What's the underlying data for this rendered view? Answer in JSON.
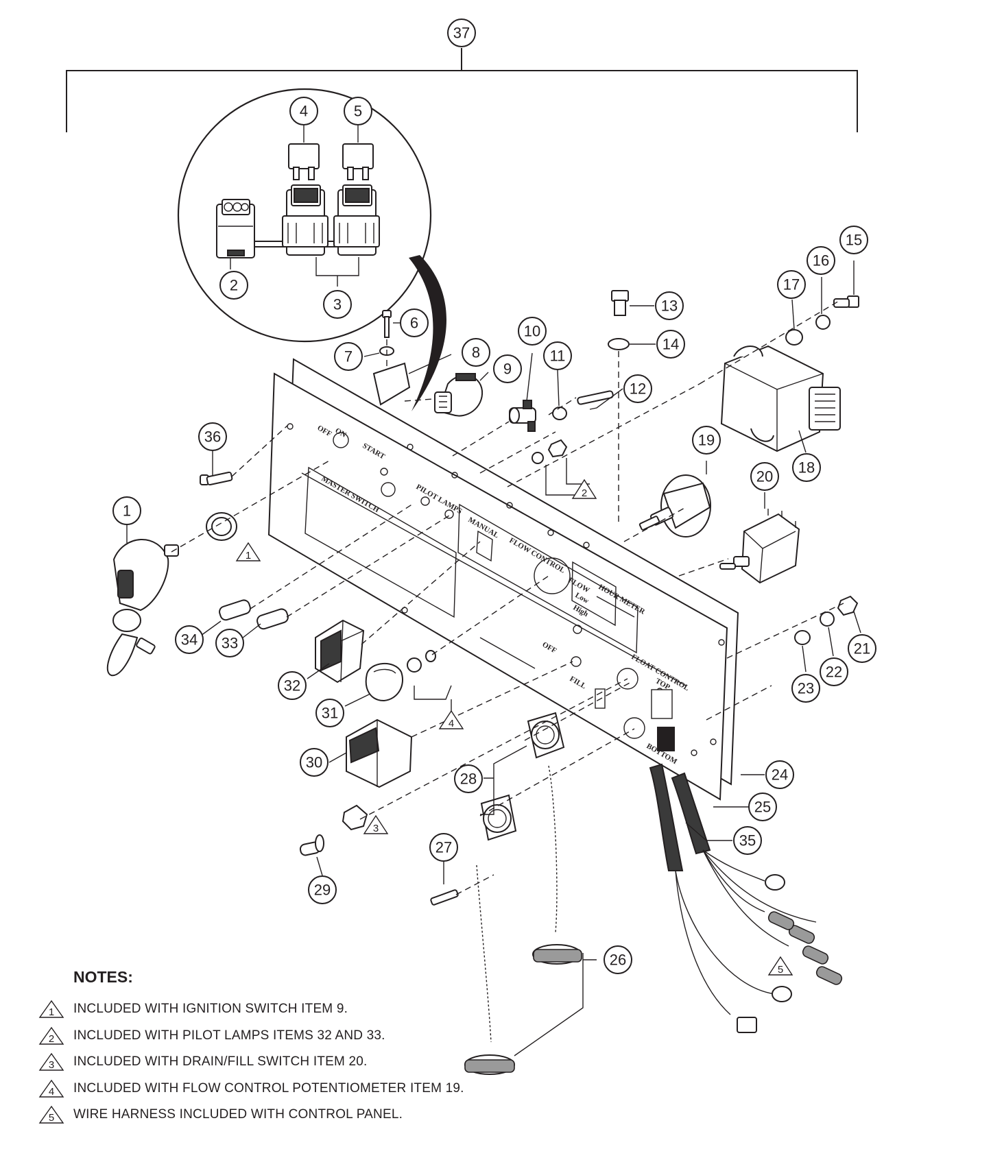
{
  "callouts": {
    "c1": "1",
    "c2": "2",
    "c3": "3",
    "c4": "4",
    "c5": "5",
    "c6": "6",
    "c7": "7",
    "c8": "8",
    "c9": "9",
    "c10": "10",
    "c11": "11",
    "c12": "12",
    "c13": "13",
    "c14": "14",
    "c15": "15",
    "c16": "16",
    "c17": "17",
    "c18": "18",
    "c19": "19",
    "c20": "20",
    "c21": "21",
    "c22": "22",
    "c23": "23",
    "c24": "24",
    "c25": "25",
    "c26": "26",
    "c27": "27",
    "c28": "28",
    "c29": "29",
    "c30": "30",
    "c31": "31",
    "c32": "32",
    "c33": "33",
    "c34": "34",
    "c35": "35",
    "c36": "36",
    "c37": "37"
  },
  "note_flags": {
    "f1": "1",
    "f2": "2",
    "f3": "3",
    "f4": "4",
    "f5": "5"
  },
  "panel_labels": {
    "off": "OFF",
    "on": "ON",
    "start": "START",
    "master_switch": "MASTER SWITCH",
    "pilot_lamps": "PILOT LAMPS",
    "manual": "MANUAL",
    "flow_control": "FLOW CONTROL",
    "flow": "FLOW",
    "low": "Low",
    "high": "High",
    "hour_meter": "HOUR METER",
    "drain_fill_off": "OFF",
    "fill": "FILL",
    "float_control": "FLOAT CONTROL",
    "top": "TOP",
    "bottom": "BOTTOM"
  },
  "notes": {
    "title": "NOTES:",
    "items": [
      {
        "flag": "1",
        "text": "INCLUDED WITH IGNITION SWITCH ITEM 9."
      },
      {
        "flag": "2",
        "text": "INCLUDED WITH PILOT LAMPS ITEMS 32 AND 33."
      },
      {
        "flag": "3",
        "text": "INCLUDED WITH DRAIN/FILL SWITCH ITEM 20."
      },
      {
        "flag": "4",
        "text": "INCLUDED WITH FLOW CONTROL POTENTIOMETER ITEM 19."
      },
      {
        "flag": "5",
        "text": "WIRE HARNESS INCLUDED WITH CONTROL PANEL."
      }
    ]
  }
}
